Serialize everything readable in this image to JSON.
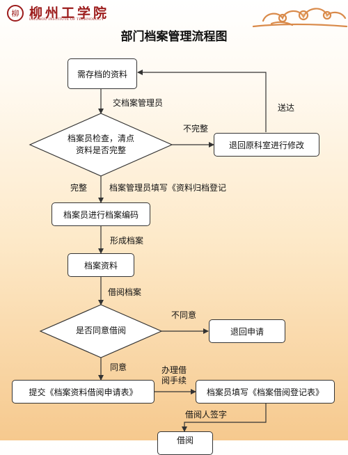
{
  "header": {
    "logo_text": "柳州工学院",
    "logo_subtitle": "LIUZHOU INSTITUTE OF TECHNOLOGY",
    "seal_char": "柳"
  },
  "title": "部门档案管理流程图",
  "nodes": {
    "archive_data": "需存档的资料",
    "check_decision": "档案员检查，清点资料是否完整",
    "return_office": "退回原科室进行修改",
    "encode": "档案员进行档案编码",
    "archive_files": "档案资料",
    "borrow_decision": "是否同意借阅",
    "return_request": "退回申请",
    "submit_form": "提交《档案资料借阅申请表》",
    "fill_register": "档案员填写《档案借阅登记表》",
    "borrow_bottom": "借阅"
  },
  "edges": {
    "hand_to_admin": "交档案管理员",
    "incomplete": "不完整",
    "deliver": "送达",
    "complete": "完整",
    "fill_archive_register": "档案管理员填写《资料归档登记",
    "form_archive": "形成档案",
    "borrow_archive": "借阅档案",
    "disagree": "不同意",
    "agree": "同意",
    "handle_borrow": "办理借阅手续",
    "borrower_sign": "借阅人签字"
  },
  "colors": {
    "brand_red": "#9c1b1b",
    "line": "#333333"
  }
}
